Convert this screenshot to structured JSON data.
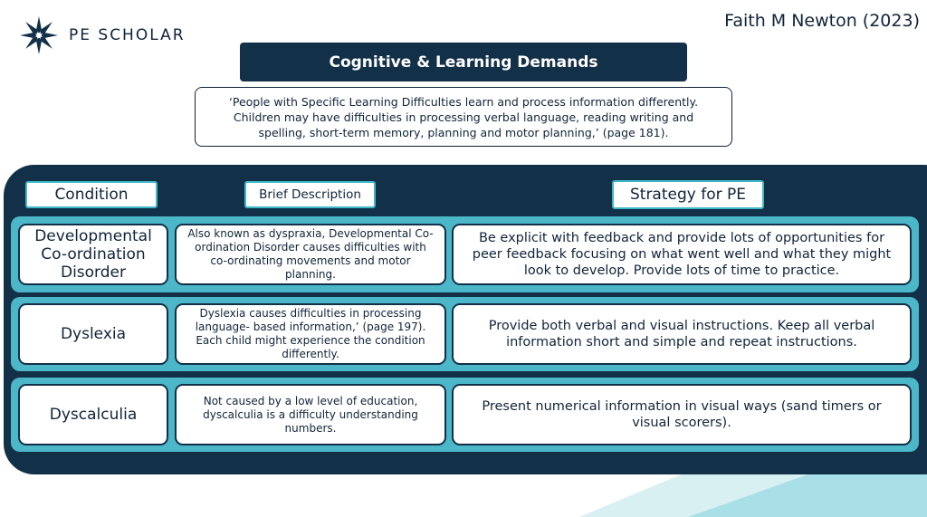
{
  "brand": {
    "name": "PE SCHOLAR",
    "logo_icon": "snowflake-star-logo"
  },
  "author": "Faith M Newton (2023)",
  "title": "Cognitive & Learning Demands",
  "quote": "‘People with Specific Learning Difficulties learn and process information differently. Children may have difficulties in processing verbal language, reading writing and spelling, short-term memory, planning and motor planning,’ (page 181).",
  "headers": {
    "condition": "Condition",
    "description": "Brief Description",
    "strategy": "Strategy for PE"
  },
  "rows": [
    {
      "condition": "Developmental Co-ordination Disorder",
      "description": "Also known as dyspraxia, Developmental Co-ordination Disorder causes difficulties with co-ordinating movements and motor planning.",
      "strategy": "Be explicit with feedback and provide lots of opportunities for peer feedback focusing on what went well and what they might look to develop. Provide lots of time to practice."
    },
    {
      "condition": "Dyslexia",
      "description": "Dyslexia causes difficulties in processing language- based information,’ (page 197). Each child might experience the condition differently.",
      "strategy": "Provide both verbal and visual instructions. Keep all verbal information short and simple and repeat instructions."
    },
    {
      "condition": "Dyscalculia",
      "description": "Not caused by a low level of education, dyscalculia is a difficulty understanding numbers.",
      "strategy": "Present numerical information in visual ways (sand timers or visual scorers)."
    }
  ],
  "colors": {
    "navy": "#133049",
    "teal": "#4cb7c9",
    "text": "#10243a"
  }
}
